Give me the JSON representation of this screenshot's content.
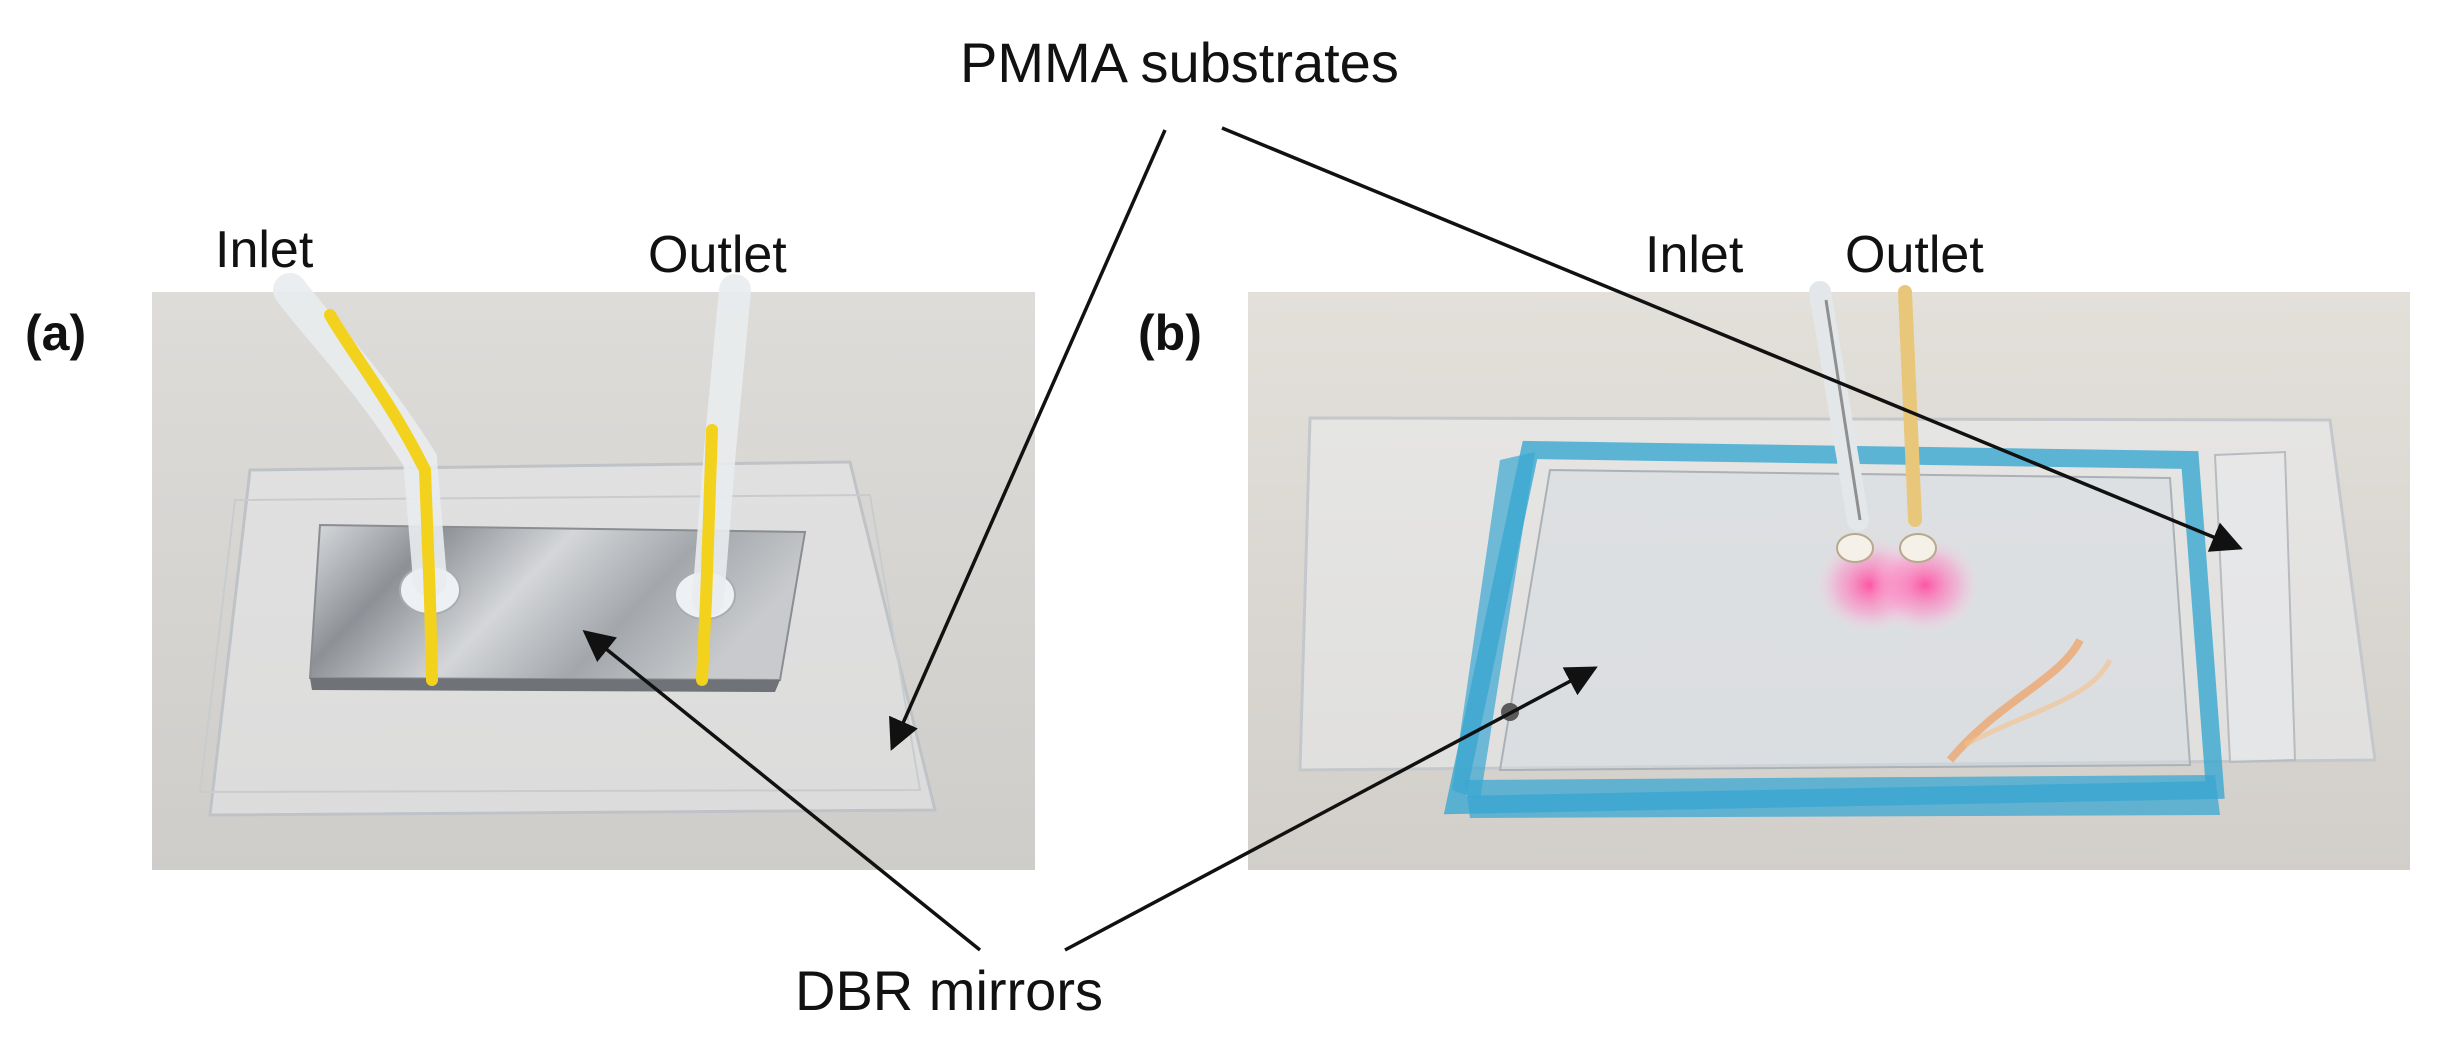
{
  "figure": {
    "labels": {
      "panel_a": "(a)",
      "panel_b": "(b)",
      "inlet_a": "Inlet",
      "outlet_a": "Outlet",
      "inlet_b": "Inlet",
      "outlet_b": "Outlet",
      "pmma": "PMMA substrates",
      "dbr": "DBR mirrors"
    },
    "colors": {
      "background_photo": "#d7d5d2",
      "tubing_yellow": "#f2d21c",
      "mirror_silver": "#b9bcc0",
      "blue_seal": "#3aa7d1",
      "arrow": "#111111"
    }
  }
}
